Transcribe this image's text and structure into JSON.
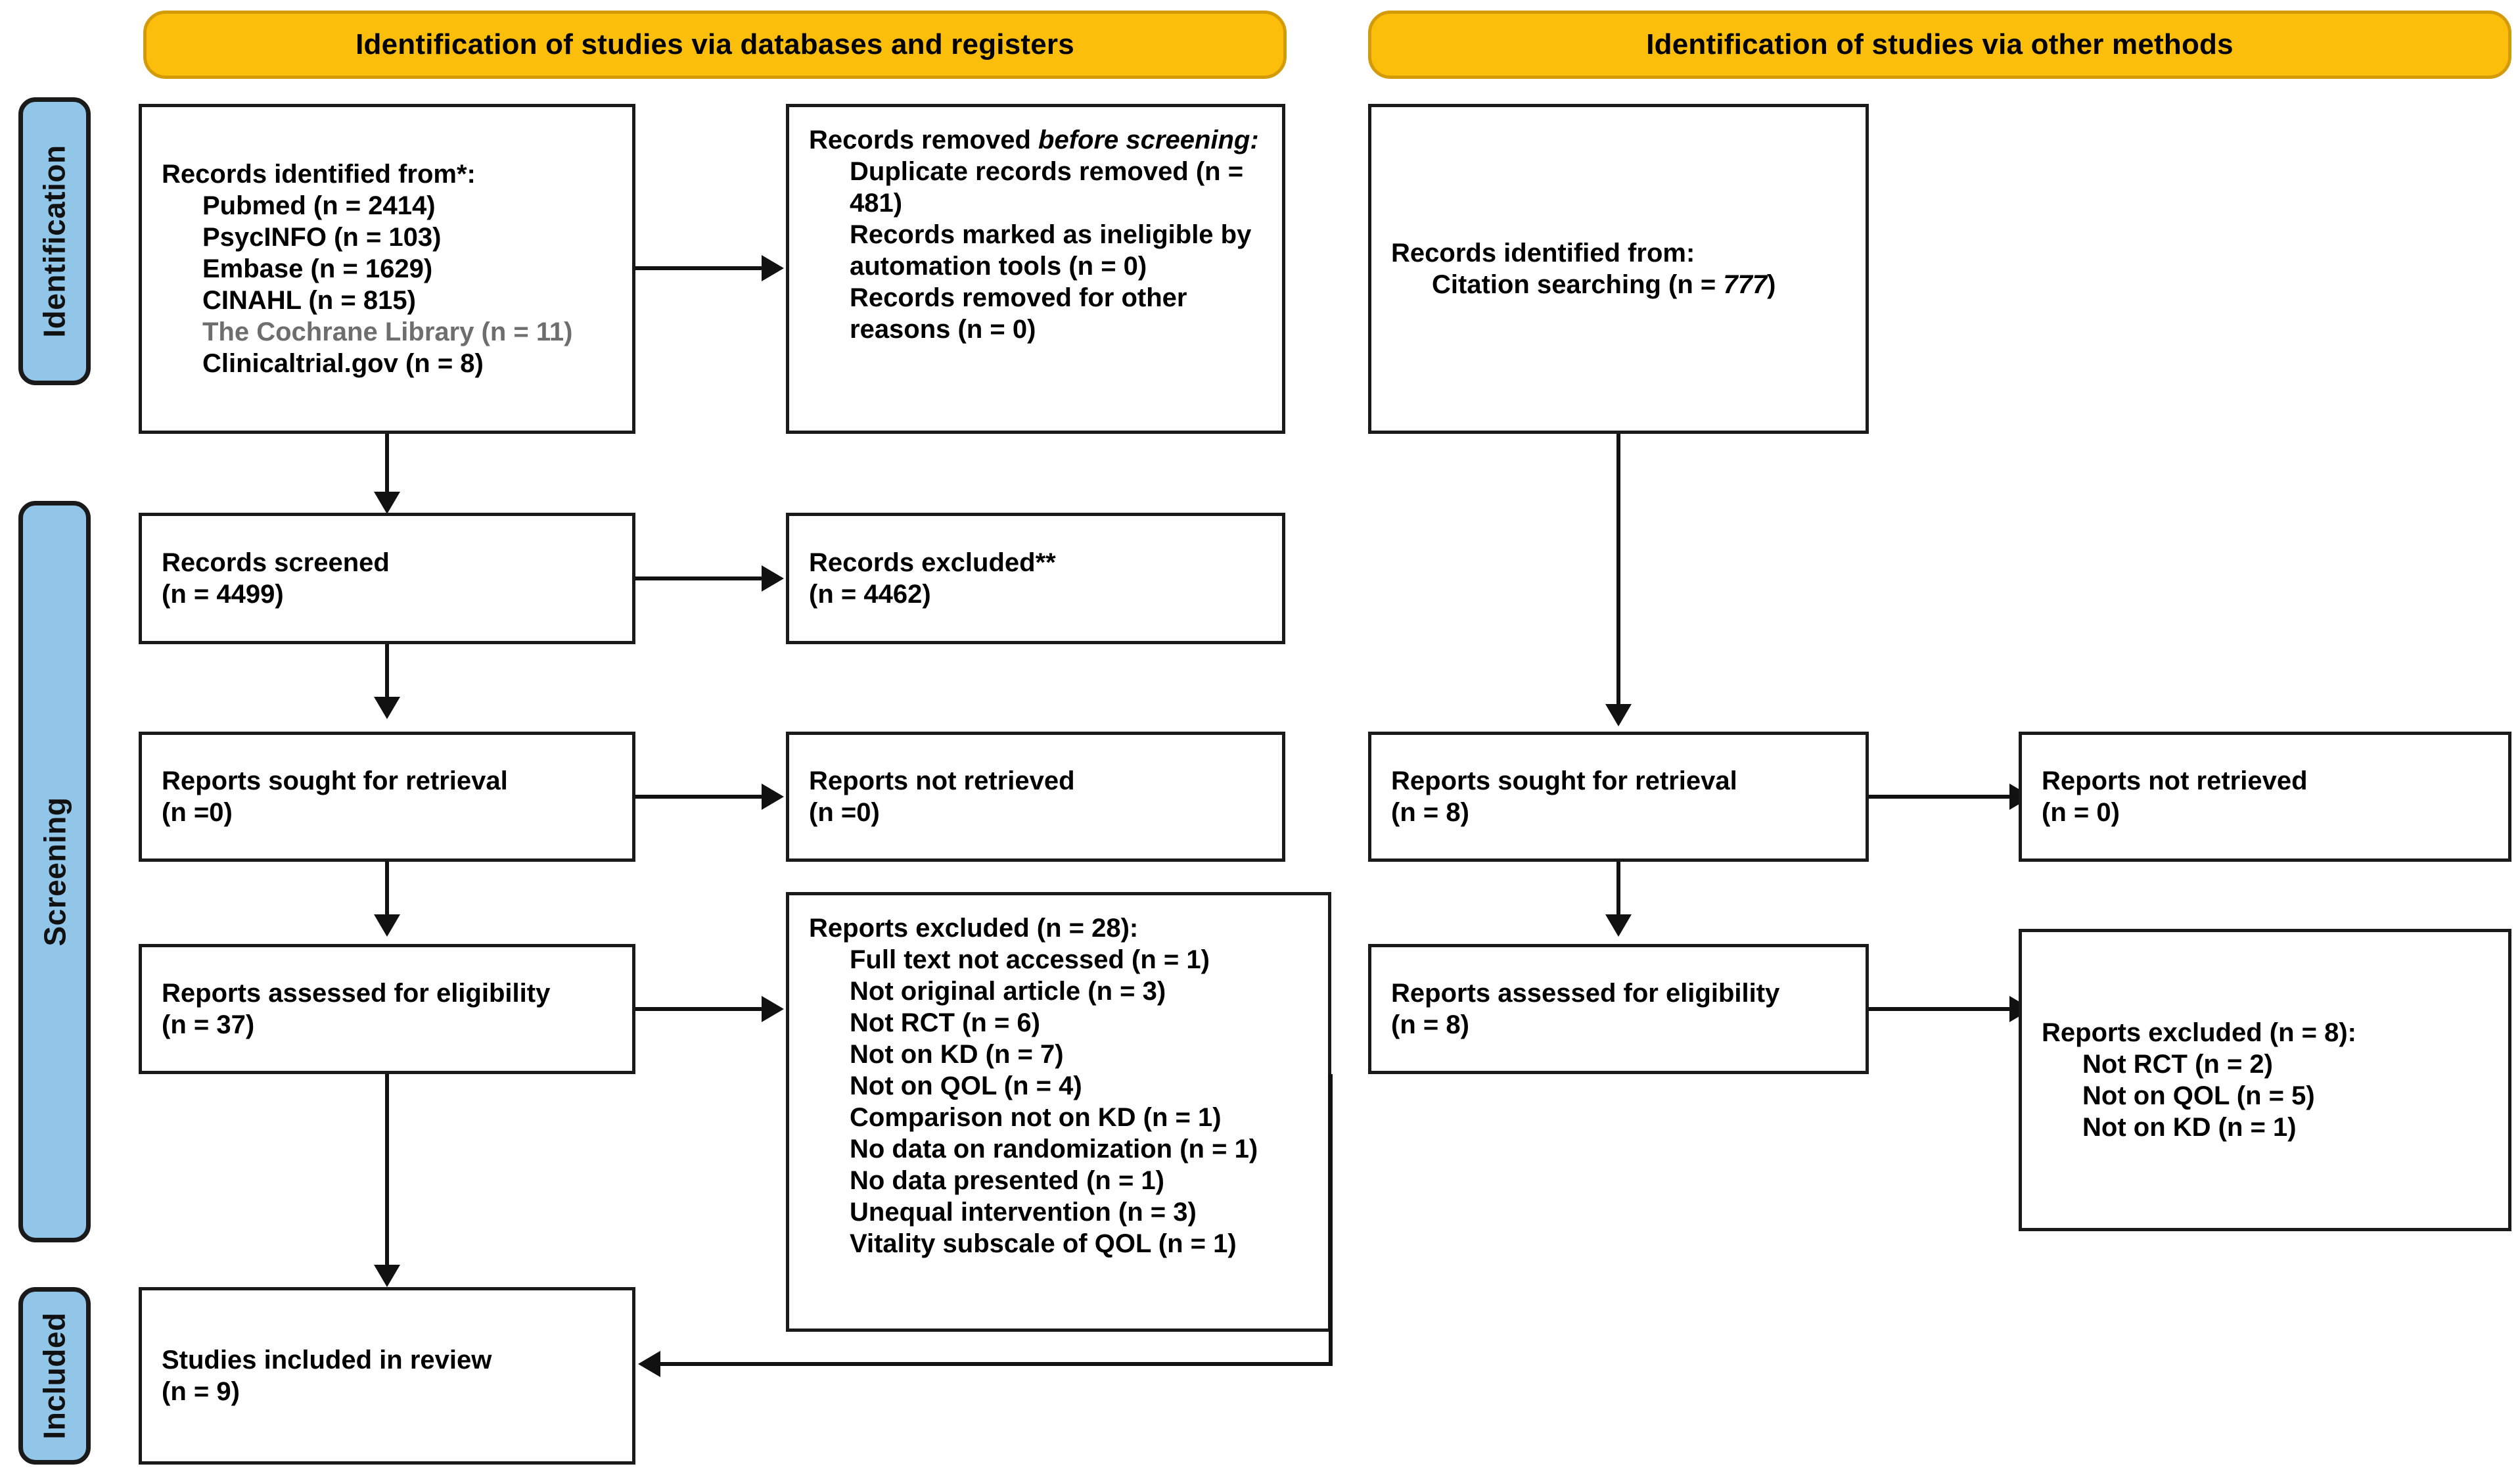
{
  "banners": {
    "left": "Identification of studies via databases and registers",
    "right": "Identification of studies via other methods"
  },
  "rails": [
    {
      "id": "identification",
      "label": "Identification"
    },
    {
      "id": "screening",
      "label": "Screening"
    },
    {
      "id": "included",
      "label": "Included"
    }
  ],
  "left_column": {
    "records_identified": {
      "title": "Records identified from*:",
      "sources": [
        "Pubmed (n = 2414)",
        "PsycINFO (n = 103)",
        "Embase (n = 1629)",
        "CINAHL (n = 815)",
        "The Cochrane Library (n = 11)",
        "Clinicaltrial.gov (n = 8)"
      ]
    },
    "records_removed": {
      "title_plain": "Records removed ",
      "title_italic": "before screening",
      "title_tail": ":",
      "items": [
        "Duplicate records removed (n = 481)",
        "Records marked as ineligible by automation tools (n = 0)",
        "Records removed for other reasons (n = 0)"
      ]
    },
    "records_screened": {
      "line1": "Records screened",
      "line2": "(n = 4499)"
    },
    "records_excluded": {
      "line1": "Records excluded**",
      "line2": "(n = 4462)"
    },
    "reports_sought": {
      "line1": "Reports sought for retrieval",
      "line2": "(n =0)"
    },
    "reports_not_retrieved": {
      "line1": "Reports not retrieved",
      "line2": "(n =0)"
    },
    "reports_assessed": {
      "line1": "Reports assessed for eligibility",
      "line2": "(n = 37)"
    },
    "reports_excluded": {
      "title": "Reports excluded (n = 28):",
      "reasons": [
        "Full text not accessed (n = 1)",
        "Not original article (n = 3)",
        "Not RCT (n = 6)",
        "Not on KD (n = 7)",
        "Not on QOL (n = 4)",
        "Comparison not on KD (n = 1)",
        "No data on randomization (n = 1)",
        "No data presented (n = 1)",
        "Unequal intervention (n = 3)",
        "Vitality subscale of QOL (n = 1)"
      ]
    },
    "studies_included": {
      "line1": "Studies included in review",
      "line2": "(n = 9)"
    }
  },
  "right_column": {
    "records_identified": {
      "title": "Records identified from:",
      "source_plain": "Citation searching (n = ",
      "source_italic": "777",
      "source_tail": ")"
    },
    "reports_sought": {
      "line1": "Reports sought for retrieval",
      "line2": "(n = 8)"
    },
    "reports_not_retrieved": {
      "line1": "Reports not retrieved",
      "line2": "(n = 0)"
    },
    "reports_assessed": {
      "line1": "Reports assessed for eligibility",
      "line2": "(n = 8)"
    },
    "reports_excluded": {
      "title": "Reports excluded (n = 8):",
      "reasons": [
        "Not RCT (n = 2)",
        "Not on QOL (n = 5)",
        "Not on KD (n = 1)"
      ]
    }
  },
  "colors": {
    "banner_fill": "#FBBE0B",
    "banner_border": "#D39B09",
    "rail_fill": "#92C6E9",
    "line": "#111111",
    "muted_text": "#6e6e6e"
  }
}
